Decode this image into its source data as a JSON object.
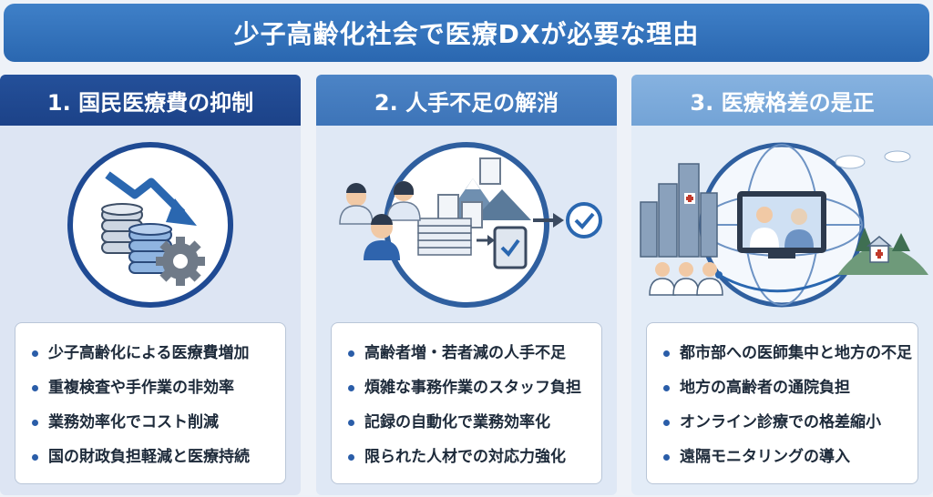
{
  "title": "少子高齢化社会で医療DXが必要な理由",
  "columns": [
    {
      "heading": "1. 国民医療費の抑制",
      "icon": "coins-gear-down-arrow-icon",
      "items": [
        "少子高齢化による医療費増加",
        "重複検査や手作業の非効率",
        "業務効率化でコスト削減",
        "国の財政負担軽減と医療持続"
      ]
    },
    {
      "heading": "2. 人手不足の解消",
      "icon": "staff-documents-automation-icon",
      "items": [
        "高齢者増・若者減の人手不足",
        "煩雑な事務作業のスタッフ負担",
        "記録の自動化で業務効率化",
        "限られた人材での対応力強化"
      ]
    },
    {
      "heading": "3. 医療格差の是正",
      "icon": "globe-telemedicine-icon",
      "items": [
        "都市部への医師集中と地方の不足",
        "地方の高齢者の通院負担",
        "オンライン診療での格差縮小",
        "遠隔モニタリングの導入"
      ]
    }
  ],
  "colors": {
    "title_bg": "#2f70bb",
    "col1_head": "#1f4a93",
    "col2_head": "#4479bd",
    "col3_head": "#7aa8da",
    "bullet": "#2a5da8"
  }
}
